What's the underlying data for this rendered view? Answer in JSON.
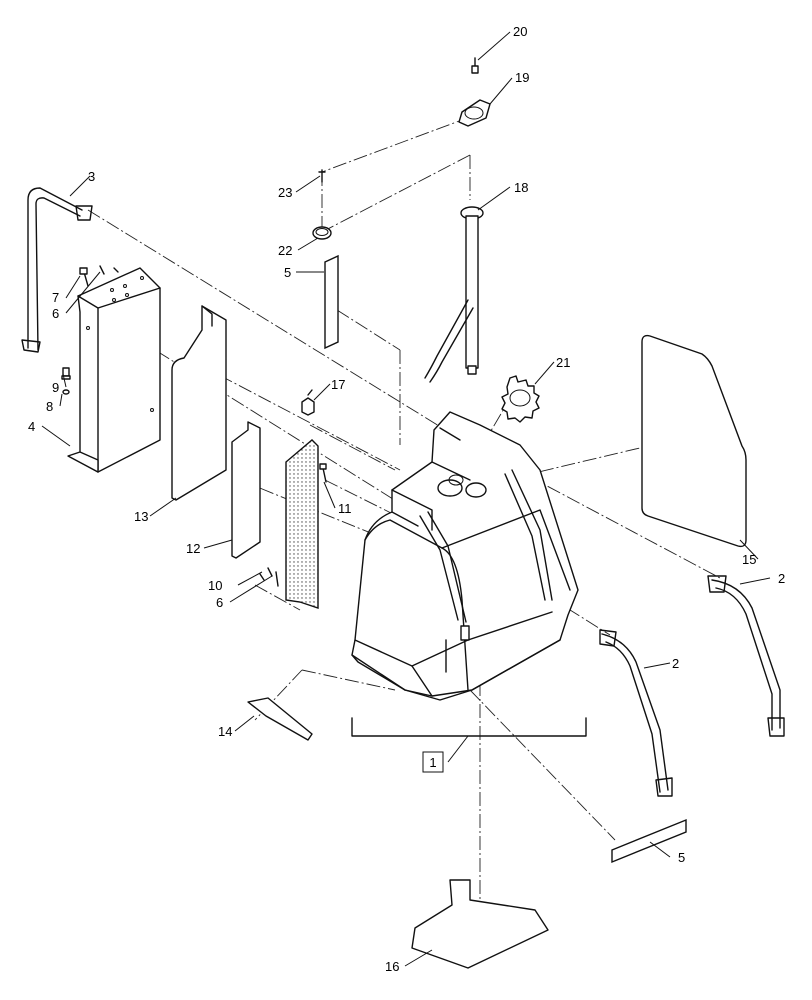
{
  "callouts": [
    "1",
    "2",
    "2",
    "3",
    "4",
    "5",
    "5",
    "6",
    "6",
    "7",
    "8",
    "9",
    "10",
    "11",
    "12",
    "13",
    "14",
    "15",
    "16",
    "17",
    "18",
    "19",
    "20",
    "21",
    "22",
    "23"
  ]
}
